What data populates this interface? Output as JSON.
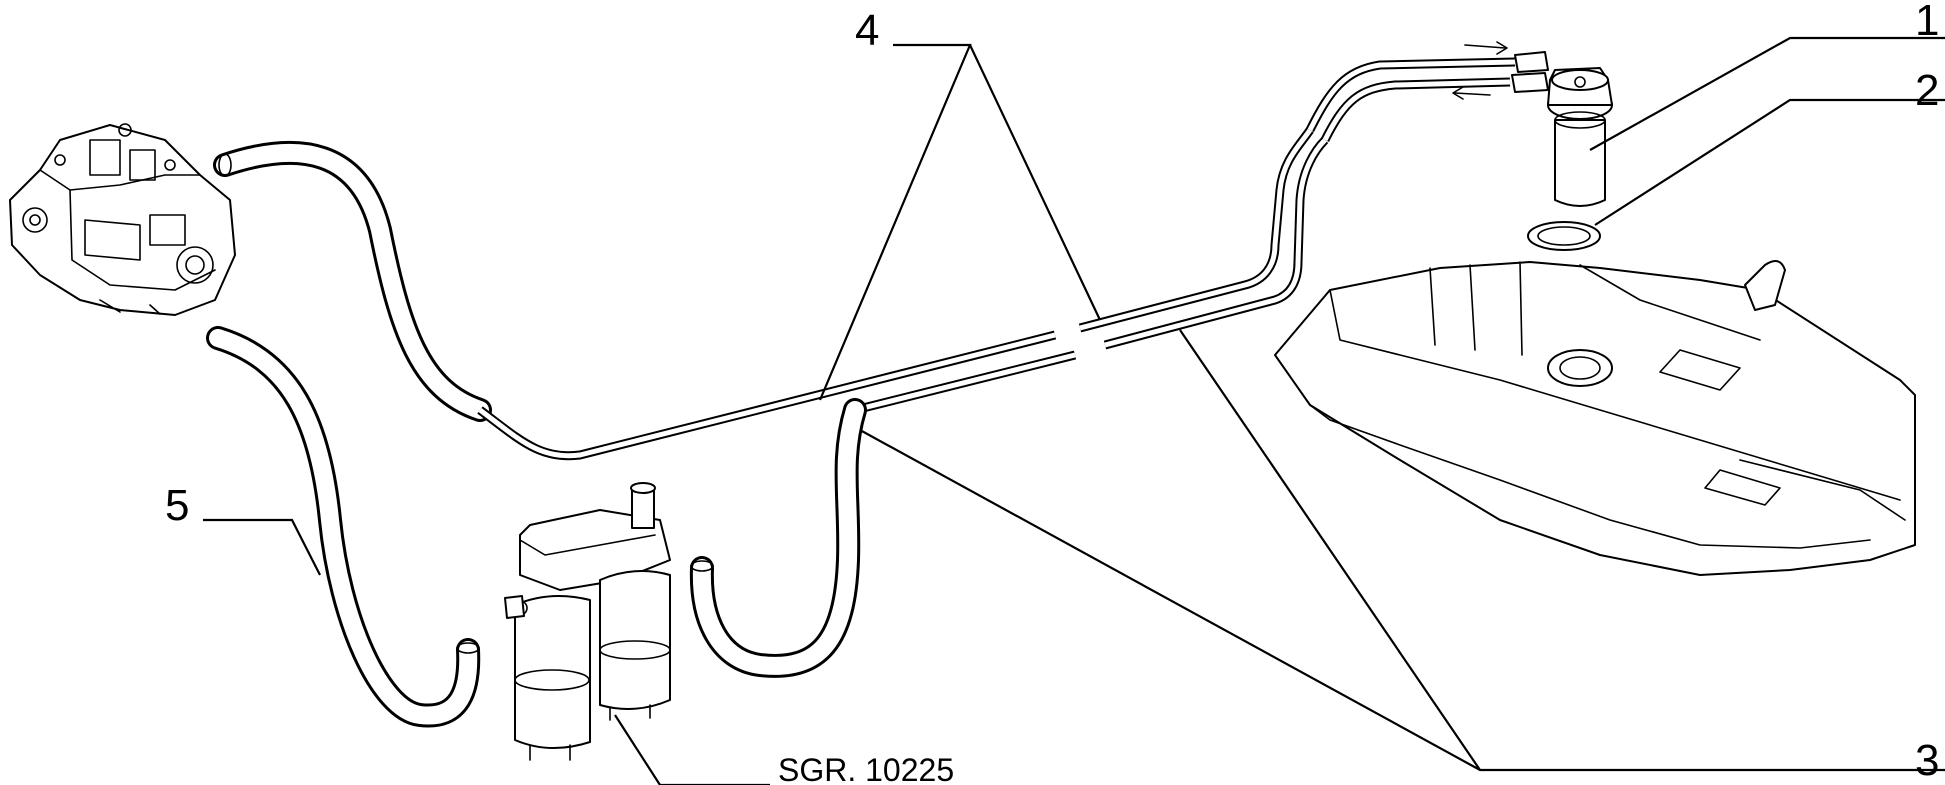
{
  "callouts": [
    {
      "id": "1",
      "text": "1"
    },
    {
      "id": "2",
      "text": "2"
    },
    {
      "id": "3",
      "text": "3"
    },
    {
      "id": "4",
      "text": "4"
    },
    {
      "id": "5",
      "text": "5"
    }
  ],
  "reference": {
    "text": "SGR. 10225"
  }
}
